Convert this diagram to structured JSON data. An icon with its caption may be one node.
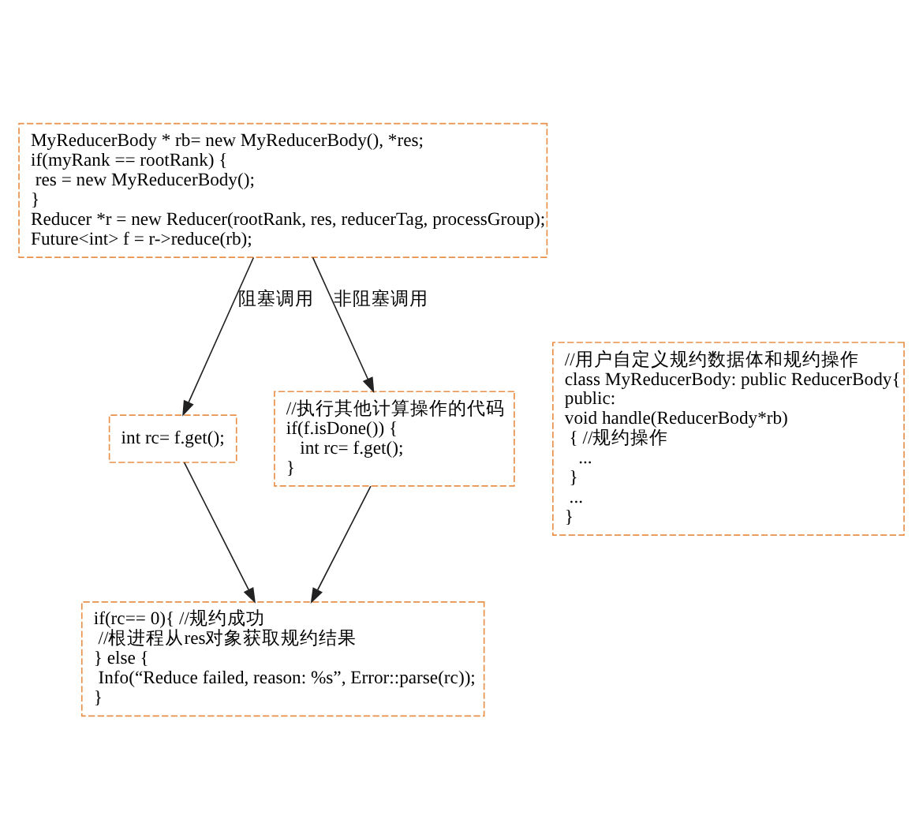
{
  "diagram": {
    "nodes": [
      {
        "text": [
          "MyReducerBody * rb= new MyReducerBody(), *res;",
          "if(myRank == rootRank) {",
          "  res = new MyReducerBody();",
          "}",
          "Reducer *r = new Reducer(rootRank, res, reducerTag, processGroup);",
          "Future<int> f = r->reduce(rb);"
        ]
      },
      {
        "text": [
          "int rc= f.get();"
        ]
      },
      {
        "text": [
          "//执行其他计算操作的代码",
          "if(f.isDone()) {",
          "    int rc= f.get();",
          "}"
        ]
      },
      {
        "text": [
          "//用户自定义规约数据体和规约操作",
          "class MyReducerBody: public ReducerBody{",
          "public:",
          " void handle(ReducerBody*rb)",
          "  { //规约操作",
          "    ...",
          "  }",
          "  ...",
          "}"
        ]
      },
      {
        "text": [
          "if(rc== 0){ //规约成功",
          "  //根进程从res对象获取规约结果",
          "} else {",
          "  Info(“Reduce failed, reason: %s”, Error::parse(rc));",
          "}"
        ]
      }
    ],
    "edges": [
      {
        "from": 0,
        "to": 1,
        "arrow": "to",
        "label": "阻塞调用"
      },
      {
        "from": 0,
        "to": 2,
        "arrow": "to",
        "label": "非阻塞调用"
      },
      {
        "from": 1,
        "to": 4,
        "arrow": "to"
      },
      {
        "from": 2,
        "to": 4,
        "arrow": "to"
      }
    ]
  }
}
